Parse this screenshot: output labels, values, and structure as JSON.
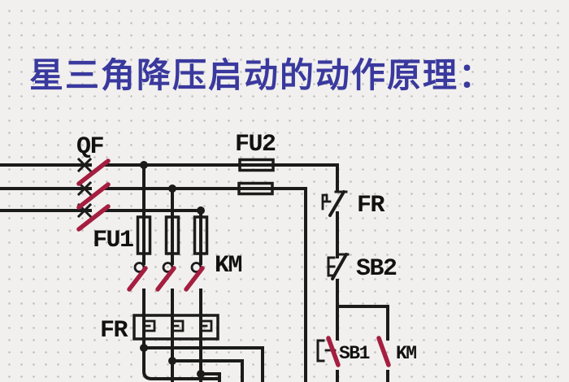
{
  "title": {
    "text": "星三角降压启动的动作原理："
  },
  "colors": {
    "title_text": "#3a399e",
    "wire": "#1b1b1b",
    "switch_blade_red": "#a51e40",
    "label_text": "#111111",
    "background": "#f1f0ee",
    "dot_grid": "#c6c5c2"
  },
  "diagram": {
    "labels": {
      "circuit_breaker": "QF",
      "control_fuse": "FU2",
      "main_fuse": "FU1",
      "contactor_main_contacts": "KM",
      "thermal_relay_element": "FR",
      "thermal_relay_contact": "FR",
      "stop_button": "SB2",
      "start_button": "SB1",
      "contactor_aux_contact": "KM"
    }
  }
}
